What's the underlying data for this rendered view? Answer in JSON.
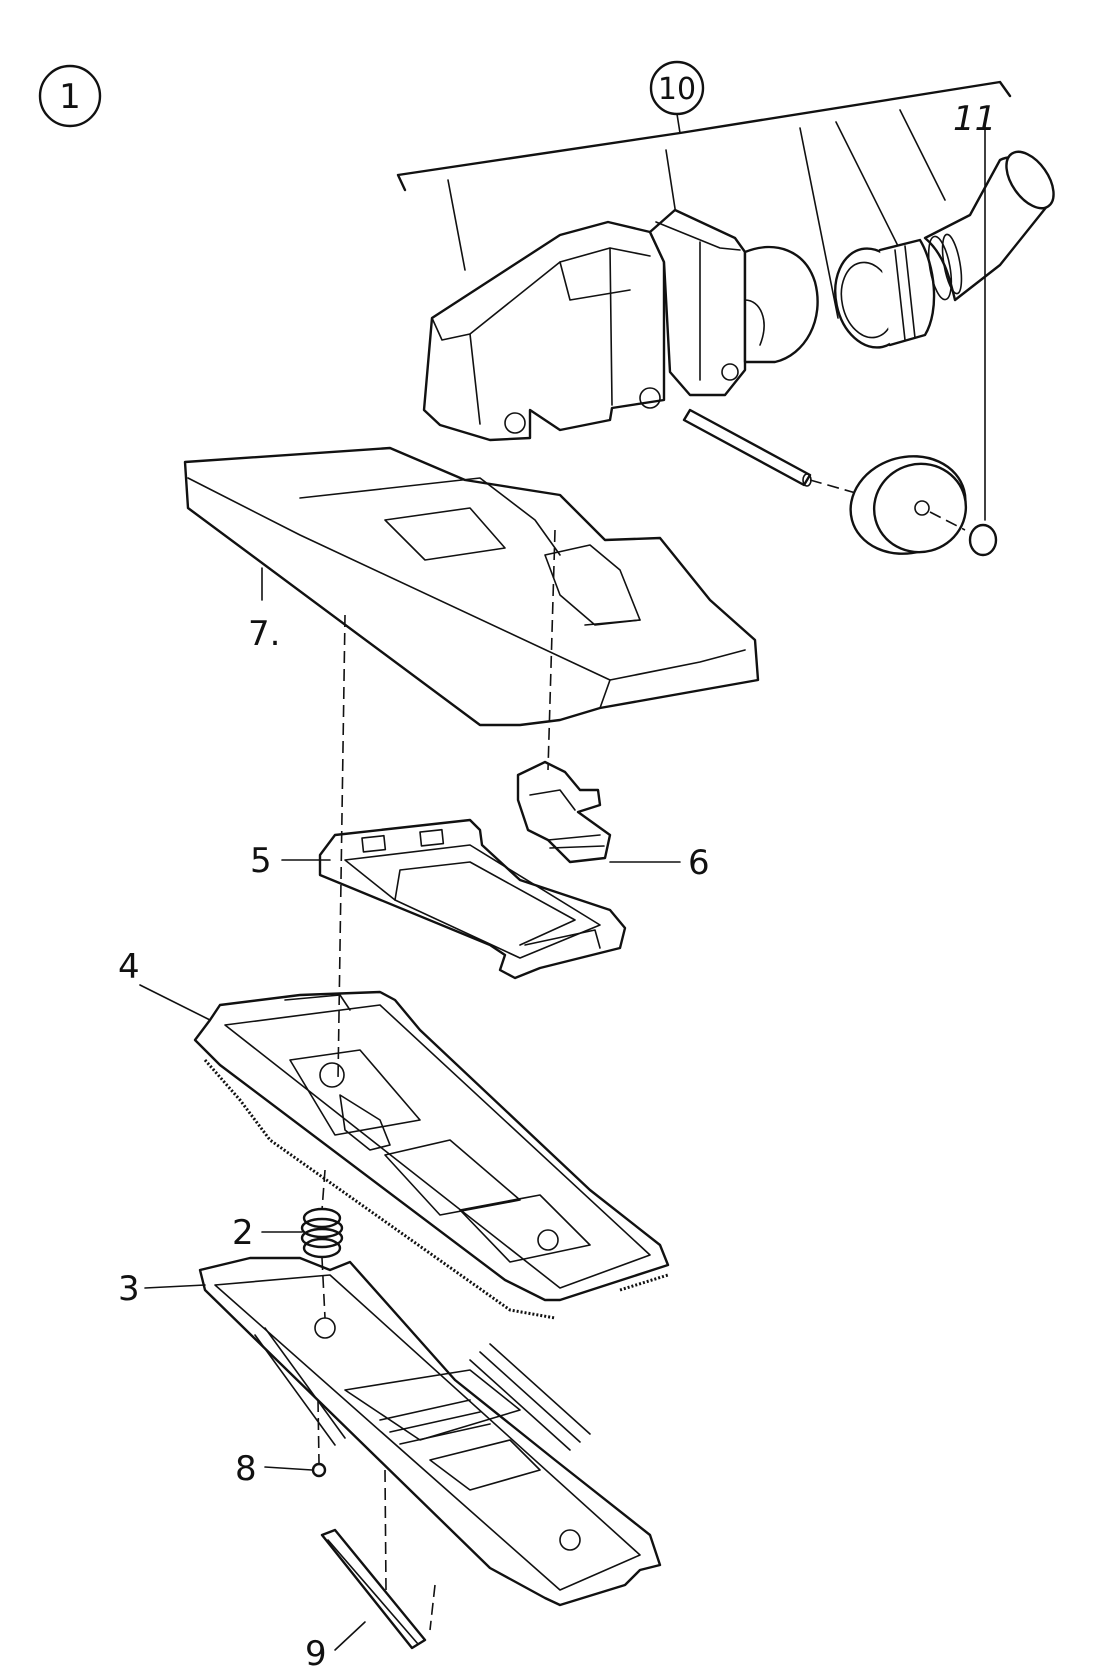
{
  "figure": {
    "figure_number": "1",
    "assembly_callout": "10"
  },
  "parts": [
    {
      "id": "2",
      "label": "2"
    },
    {
      "id": "3",
      "label": "3"
    },
    {
      "id": "4",
      "label": "4"
    },
    {
      "id": "5",
      "label": "5"
    },
    {
      "id": "6",
      "label": "6"
    },
    {
      "id": "7",
      "label": "7."
    },
    {
      "id": "8",
      "label": "8"
    },
    {
      "id": "9",
      "label": "9"
    },
    {
      "id": "11",
      "label": "11"
    }
  ],
  "colors": {
    "ink": "#111111",
    "paper": "#ffffff",
    "shade": "#e9e9e9"
  }
}
